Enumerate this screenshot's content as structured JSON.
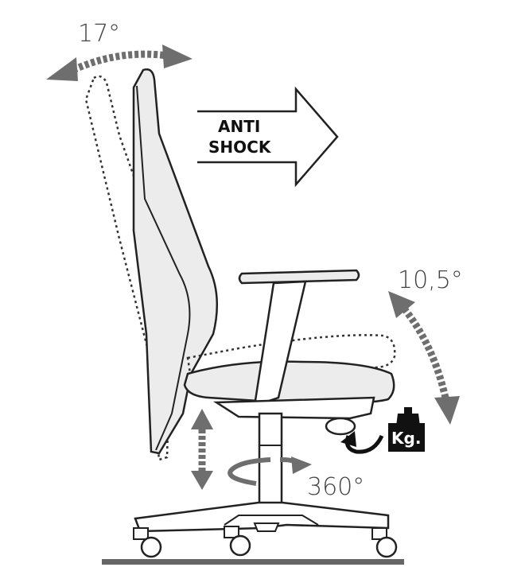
{
  "labels": {
    "recline_angle": "17°",
    "anti_shock_line1": "ANTI",
    "anti_shock_line2": "SHOCK",
    "seat_tilt_angle": "10,5°",
    "rotation": "360°",
    "weight_unit": "Kg."
  },
  "colors": {
    "outline": "#222222",
    "fill": "#ececec",
    "arrow_gray": "#6e6e6e",
    "floor": "#666666"
  }
}
